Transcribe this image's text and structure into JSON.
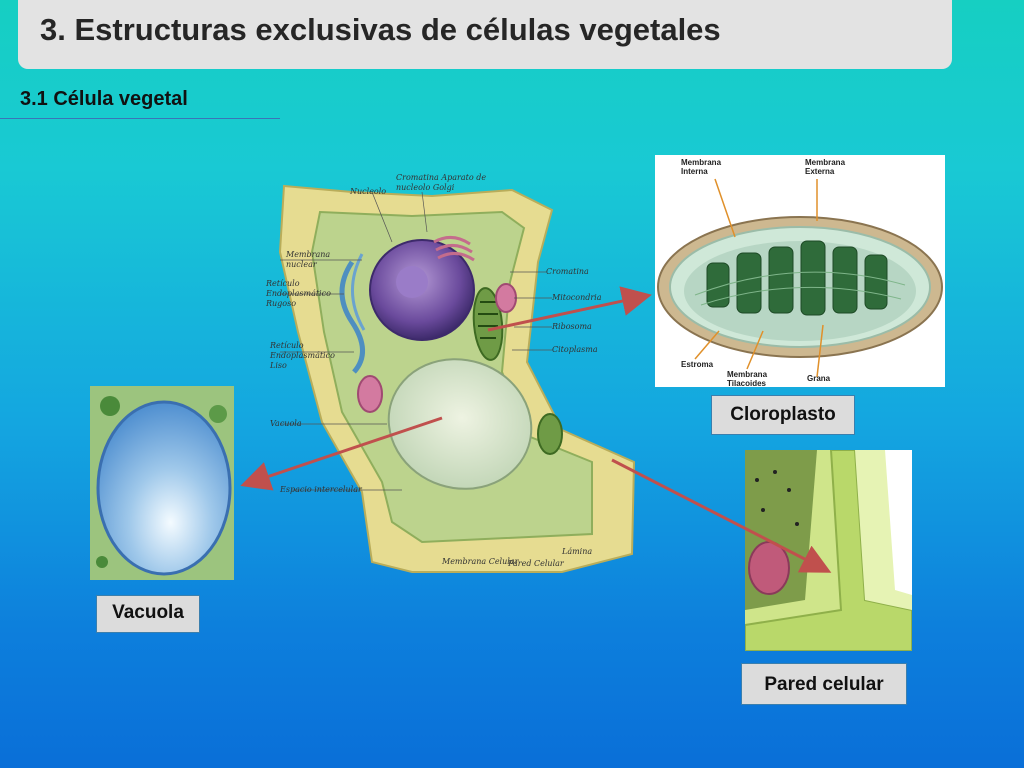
{
  "title": "3. Estructuras exclusivas de células vegetales",
  "subtitle": "3.1 Célula vegetal",
  "labels": {
    "cloroplasto": "Cloroplasto",
    "vacuola": "Vacuola",
    "pared": "Pared celular"
  },
  "chloroplast_parts": {
    "membrana_interna": [
      "Membrana",
      "Interna"
    ],
    "membrana_externa": [
      "Membrana",
      "Externa"
    ],
    "estroma": "Estroma",
    "membrana_tilacoides": [
      "Membrana",
      "Tilacoides"
    ],
    "grana": "Grana"
  },
  "cell_parts": {
    "nucleolo": "Nucleolo",
    "cromatina_aparato": [
      "Cromatina Aparato de",
      "nucleolo Golgi"
    ],
    "membrana_nuclear": [
      "Membrana",
      "nuclear"
    ],
    "reticulo_rugoso": [
      "Retículo",
      "Endoplasmático",
      "Rugoso"
    ],
    "reticulo_liso": [
      "Retículo",
      "Endoplasmático",
      "Liso"
    ],
    "cromatina": "Cromatina",
    "mitocondria": "Mitocondria",
    "ribosoma": "Ribosoma",
    "citoplasma": "Citoplasma",
    "vacuola": "Vacuola",
    "espacio_intercelular": "Espacio intercelular",
    "membrana_celular": "Membrana Celular",
    "pared_celular": [
      "Lámina",
      "Pared Celular"
    ]
  },
  "colors": {
    "arrow": "#c0504d",
    "label_border": "#3a7fae",
    "title_bg": "#e3e3e3"
  }
}
